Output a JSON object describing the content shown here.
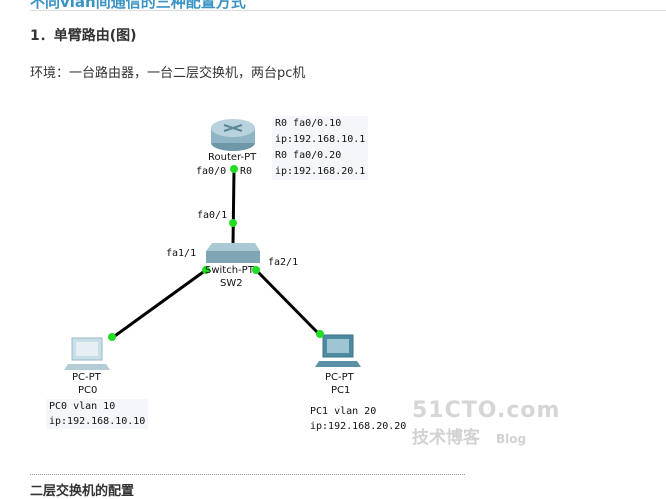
{
  "page": {
    "title": "不同vlan间通信的三种配置方式",
    "section1": "1．单臂路由(图)",
    "environment": "环境：一台路由器，一台二层交换机，两台pc机",
    "section2": "二层交换机的配置"
  },
  "diagram": {
    "router": {
      "model": "Router-PT",
      "name": "R0",
      "port": "fa0/0",
      "notes": [
        "R0 fa0/0.10",
        "ip:192.168.10.1",
        "R0 fa0/0.20",
        "ip:192.168.20.1"
      ]
    },
    "switch": {
      "model": "Switch-PT",
      "name": "SW2",
      "ports": [
        "fa0/1",
        "fa1/1",
        "fa2/1"
      ]
    },
    "pc0": {
      "model": "PC-PT",
      "name": "PC0",
      "notes": [
        "PC0 vlan 10",
        "ip:192.168.10.10"
      ]
    },
    "pc1": {
      "model": "PC-PT",
      "name": "PC1",
      "notes": [
        "PC1 vlan 20",
        "ip:192.168.20.20"
      ]
    },
    "watermark": {
      "site": "51CTO.com",
      "text": "技术博客",
      "blog": "Blog"
    }
  }
}
